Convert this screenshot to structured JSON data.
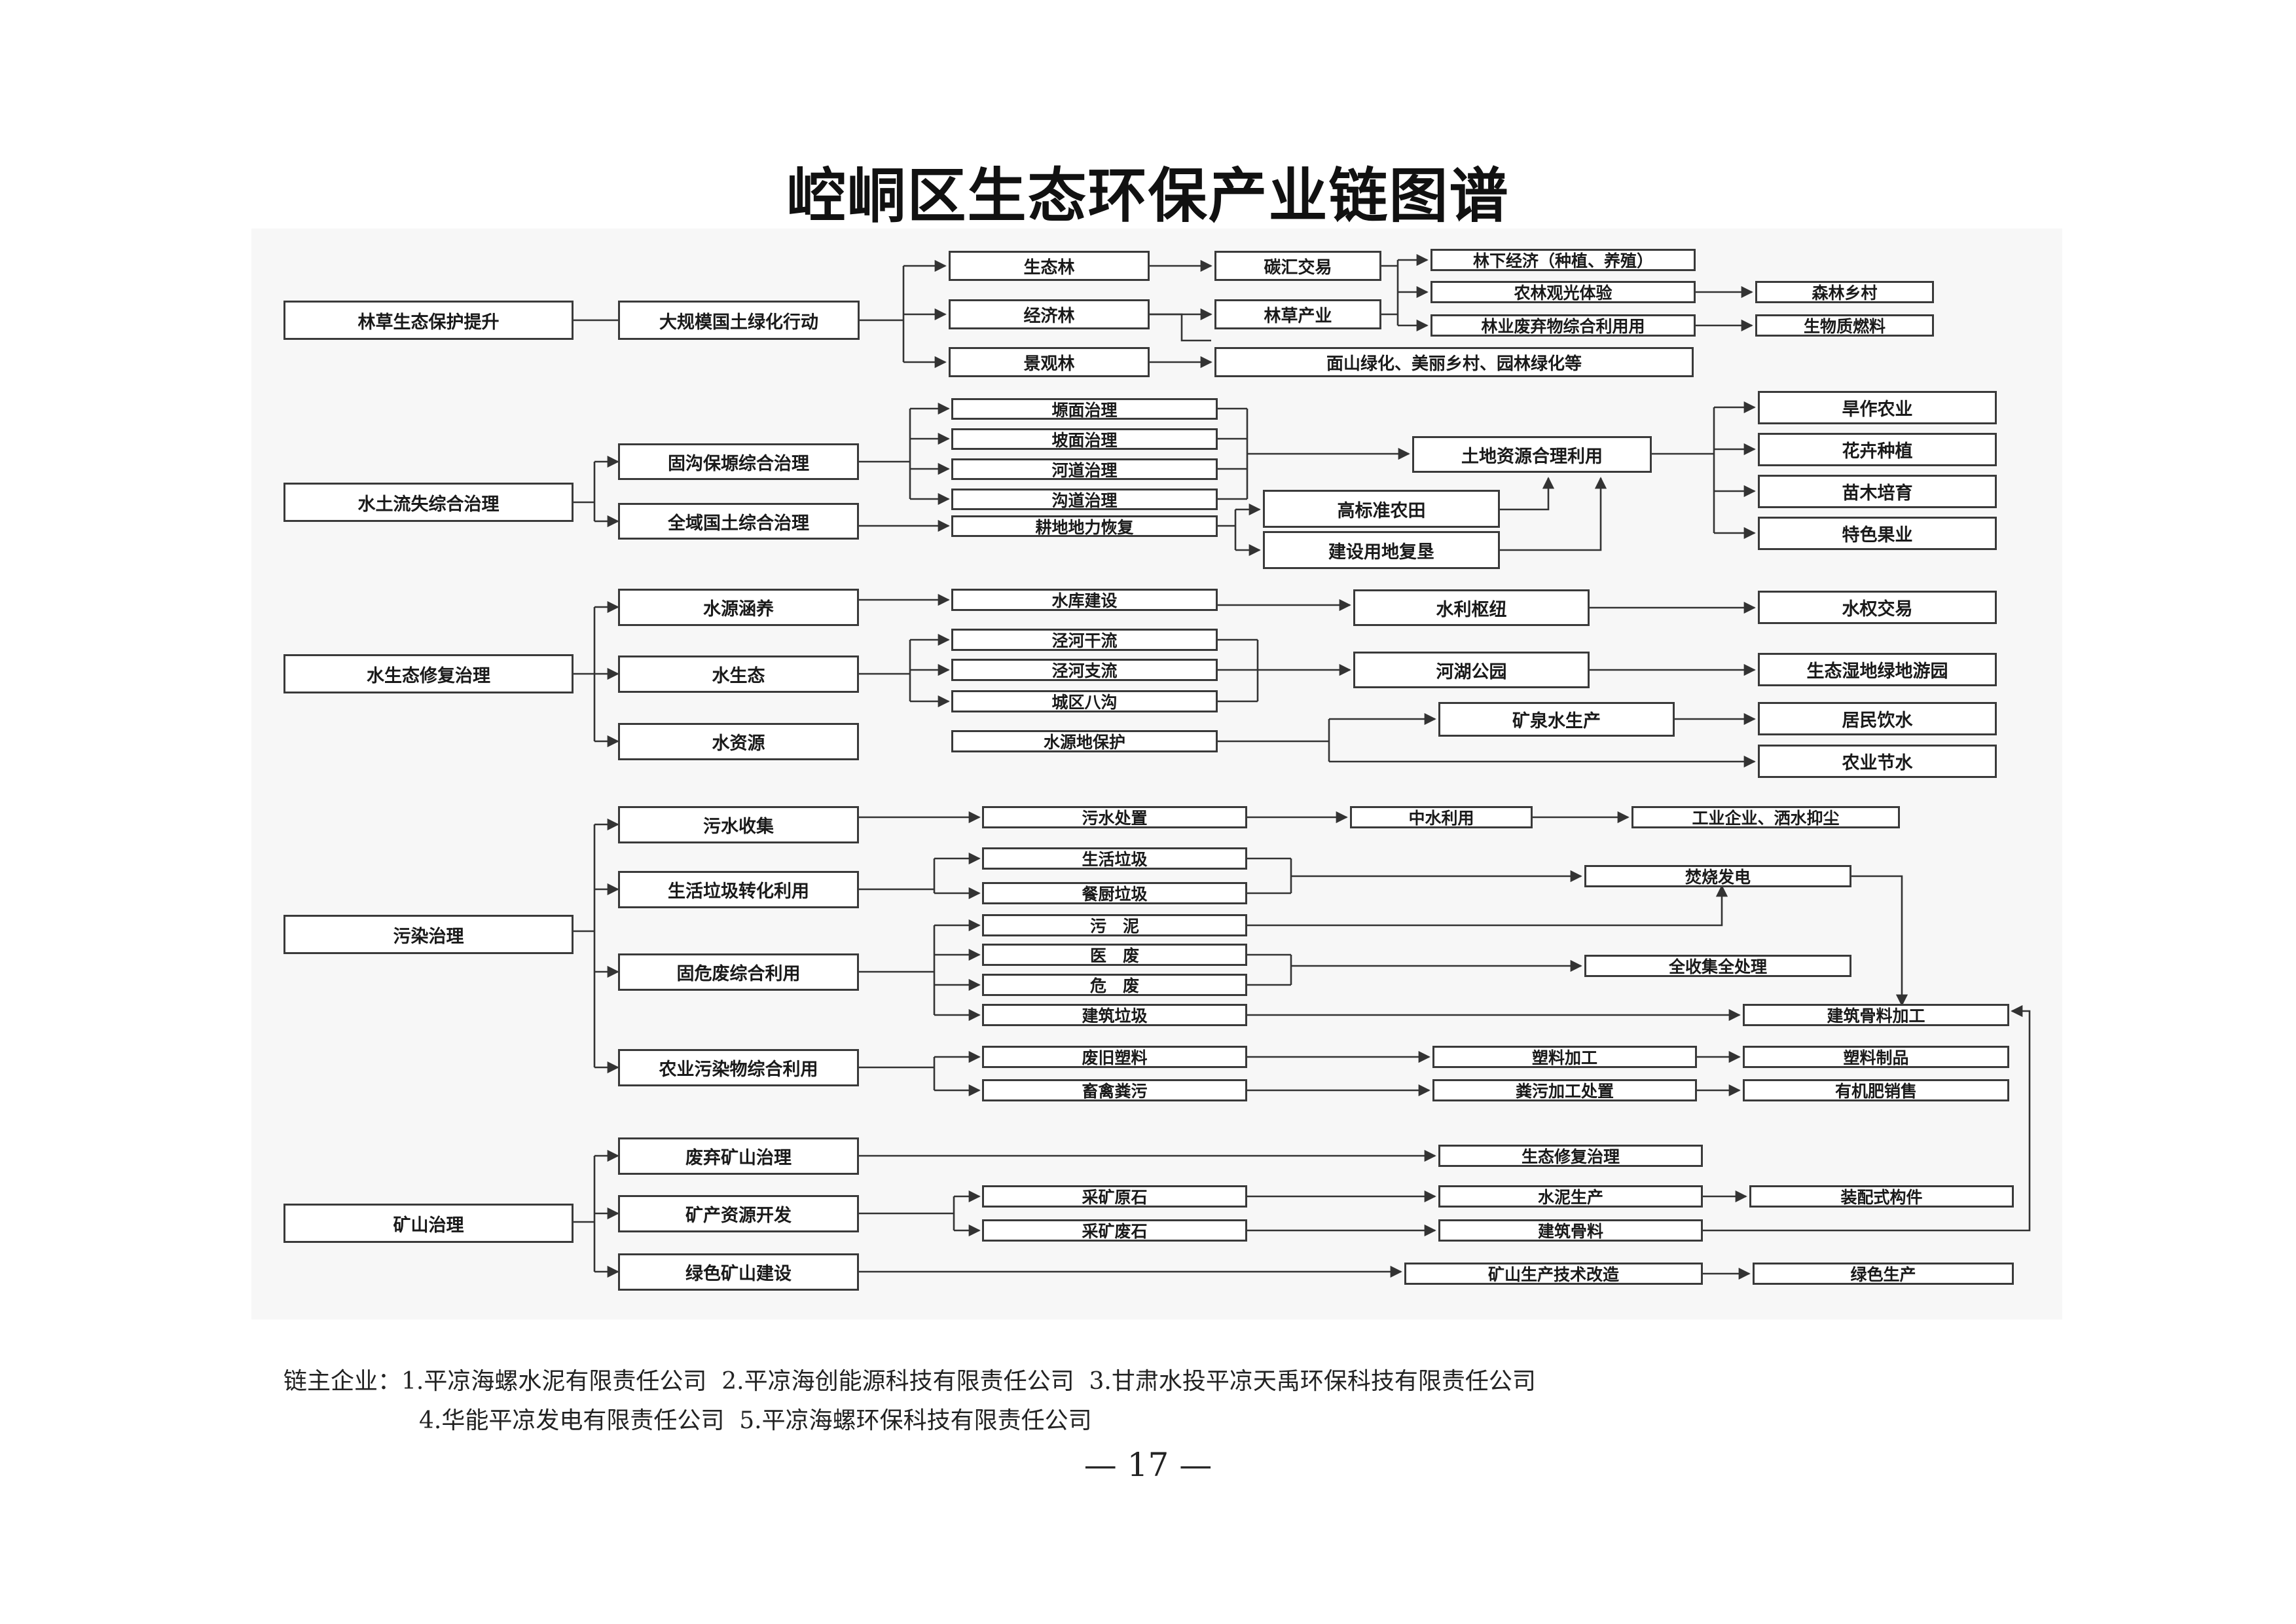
{
  "title": "崆峒区生态环保产业链图谱",
  "sections": {
    "forest": {
      "root": "林草生态保护提升",
      "action": "大规模国土绿化行动",
      "types": [
        "生态林",
        "经济林",
        "景观林"
      ],
      "carbon_trade": "碳汇交易",
      "forest_grass_industry": "林草产业",
      "landscape_greening": "面山绿化、美丽乡村、园林绿化等",
      "understory": "林下经济（种植、养殖）",
      "agri_tourism": "农林观光体验",
      "waste_use": "林业废弃物综合利用用",
      "forest_village": "森林乡村",
      "biomass_fuel": "生物质燃料"
    },
    "soil": {
      "root": "水土流失综合治理",
      "gully": "固沟保塬综合治理",
      "territory": "全域国土综合治理",
      "measures": [
        "塬面治理",
        "坡面治理",
        "河道治理",
        "沟道治理",
        "耕地地力恢复"
      ],
      "high_standard": "高标准农田",
      "reclaim": "建设用地复垦",
      "land_use": "土地资源合理利用",
      "outputs": [
        "旱作农业",
        "花卉种植",
        "苗木培育",
        "特色果业"
      ]
    },
    "water": {
      "root": "水生态修复治理",
      "conservation": "水源涵养",
      "ecology": "水生态",
      "resources": "水资源",
      "reservoir": "水库建设",
      "hub": "水利枢纽",
      "rights": "水权交易",
      "rivers": [
        "泾河干流",
        "泾河支流",
        "城区八沟"
      ],
      "park": "河湖公园",
      "wetland": "生态湿地绿地游园",
      "source_protect": "水源地保护",
      "mineral_water": "矿泉水生产",
      "drinking": "居民饮水",
      "irrigation": "农业节水"
    },
    "pollution": {
      "root": "污染治理",
      "sewage_collect": "污水收集",
      "garbage": "生活垃圾转化利用",
      "solid_waste": "固危废综合利用",
      "agri_pollution": "农业污染物综合利用",
      "sewage_treat": "污水处置",
      "reclaimed": "中水利用",
      "industry_dust": "工业企业、洒水抑尘",
      "household": "生活垃圾",
      "kitchen": "餐厨垃圾",
      "incineration": "焚烧发电",
      "sludge": "污　泥",
      "medical": "医　废",
      "hazardous": "危　废",
      "construction": "建筑垃圾",
      "full_collect": "全收集全处理",
      "aggregate_proc": "建筑骨料加工",
      "plastic_waste": "废旧塑料",
      "manure": "畜禽粪污",
      "plastic_proc": "塑料加工",
      "manure_proc": "粪污加工处置",
      "plastic_prod": "塑料制品",
      "fertilizer": "有机肥销售"
    },
    "mining": {
      "root": "矿山治理",
      "abandoned": "废弃矿山治理",
      "resource_dev": "矿产资源开发",
      "green_mine": "绿色矿山建设",
      "eco_restore": "生态修复治理",
      "raw_stone": "采矿原石",
      "waste_stone": "采矿废石",
      "cement": "水泥生产",
      "aggregate": "建筑骨料",
      "prefab": "装配式构件",
      "tech_upgrade": "矿山生产技术改造",
      "green_prod": "绿色生产"
    }
  },
  "footer": {
    "label": "链主企业：",
    "companies": [
      "1.平凉海螺水泥有限责任公司",
      "2.平凉海创能源科技有限责任公司",
      "3.甘肃水投平凉天禹环保科技有限责任公司",
      "4.华能平凉发电有限责任公司",
      "5.平凉海螺环保科技有限责任公司"
    ]
  },
  "page_number": "— 17 —"
}
